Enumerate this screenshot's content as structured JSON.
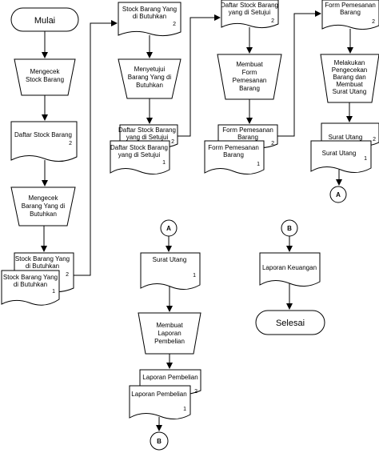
{
  "terminators": {
    "start": "Mulai",
    "end": "Selesai"
  },
  "processes": {
    "check_stock": [
      "Mengecek",
      "Stock Barang"
    ],
    "check_needed": [
      "Mengecek",
      "Barang Yang di",
      "Butuhkan"
    ],
    "approve": [
      "Menyetujui",
      "Barang Yang di",
      "Butuhkan"
    ],
    "make_order_form": [
      "Membuat",
      "Form",
      "Pemesanan",
      "Barang"
    ],
    "verify_and_debt": [
      "Melakukan",
      "Pengecekan",
      "Barang dan",
      "Membuat",
      "Surat Utang"
    ],
    "make_purchase_report": [
      "Membuat",
      "Laporan",
      "Pembelian"
    ]
  },
  "documents": {
    "stock_list": "Daftar Stock Barang",
    "needed_back": [
      "Stock Barang Yang",
      "di Butuhkan"
    ],
    "needed_front": [
      "Stock Barang Yang",
      "di Butuhkan"
    ],
    "col2_top": [
      "Stock Barang Yang",
      "di Butuhkan"
    ],
    "approved_back": [
      "Daftar Stock Barang",
      "yang di Setujui"
    ],
    "approved_front": [
      "Daftar Stock Barang",
      "yang di Setujui"
    ],
    "col3_top": [
      "Daftar Stock Barang",
      "yang di Setujui"
    ],
    "order_back": [
      "Form Pemesanan",
      "Barang"
    ],
    "order_front": [
      "Form Pemesanan",
      "Barang"
    ],
    "col4_top": [
      "Form Pemesanan",
      "Barang"
    ],
    "debt_back": "Surat Utang",
    "debt_front": "Surat Utang",
    "debt_mid": "Surat Utang",
    "report_back": "Laporan Pembelian",
    "report_front": "Laporan Pembelian",
    "finance_report": "Laporan Keuangan"
  },
  "copy_numbers": {
    "one": "1",
    "two": "2"
  },
  "connectors": {
    "a": "A",
    "b": "B"
  }
}
